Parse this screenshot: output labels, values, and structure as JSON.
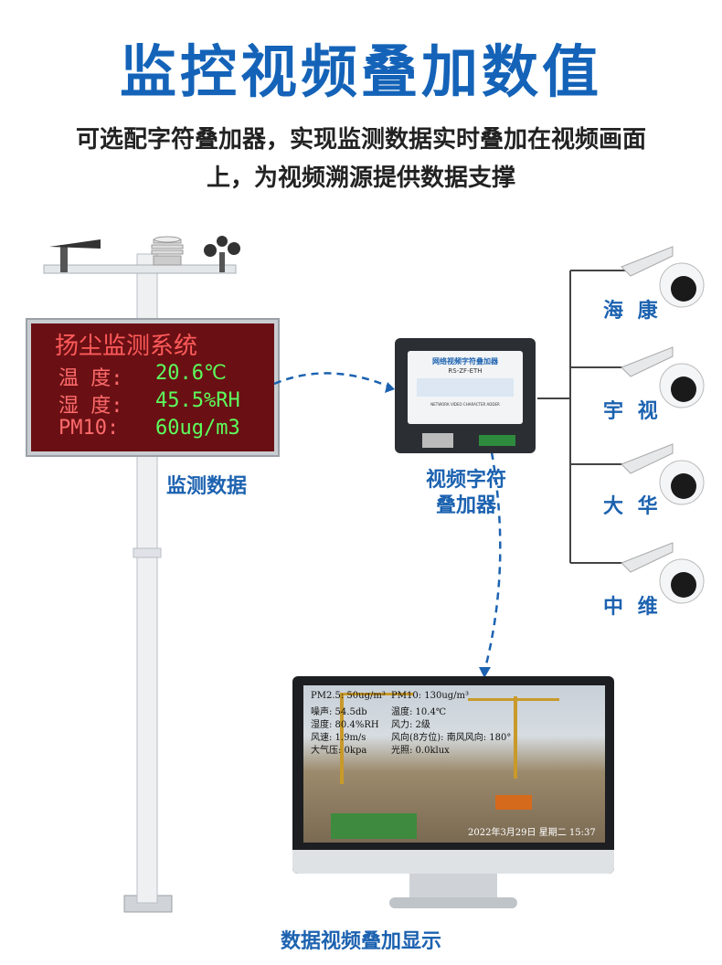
{
  "header": {
    "title": "监控视频叠加数值",
    "subtitle_line1": "可选配字符叠加器，实现监测数据实时叠加在视频画面",
    "subtitle_line2": "上，为视频溯源提供数据支撑"
  },
  "led_board": {
    "title": "扬尘监测系统",
    "rows": [
      {
        "label": "温 度:",
        "value": "20.6℃"
      },
      {
        "label": "湿 度:",
        "value": "45.5%RH"
      },
      {
        "label": "PM10:",
        "value": "60ug/m3"
      }
    ]
  },
  "labels": {
    "monitoring_data": "监测数据",
    "overlay_device_line1": "视频字符",
    "overlay_device_line2": "叠加器",
    "display_caption": "数据视频叠加显示"
  },
  "device": {
    "brand_line": "网络视频字符叠加器",
    "model": "RS-ZF-ETH",
    "sub_caption": "NETWORK VIDEO CHARACTER ADDER"
  },
  "cameras": [
    "海 康",
    "宇 视",
    "大 华",
    "中 维"
  ],
  "screen_overlay": {
    "left": [
      "PM2.5: 50ug/m³",
      "噪声: 54.5db",
      "湿度: 80.4%RH",
      "风速: 1.9m/s",
      "大气压: 0kpa"
    ],
    "right": [
      "PM10: 130ug/m³",
      "温度: 10.4℃",
      "风力: 2级",
      "风向(8方位): 南风风向: 180°",
      "光照: 0.0klux"
    ],
    "timestamp": "2022年3月29日 星期二 15:37"
  },
  "colors": {
    "title_blue": "#1463b8",
    "label_blue": "#1c62b0",
    "led_background": "#6a1014",
    "led_red": "#ff6b6b",
    "led_green": "#5cff5c"
  }
}
